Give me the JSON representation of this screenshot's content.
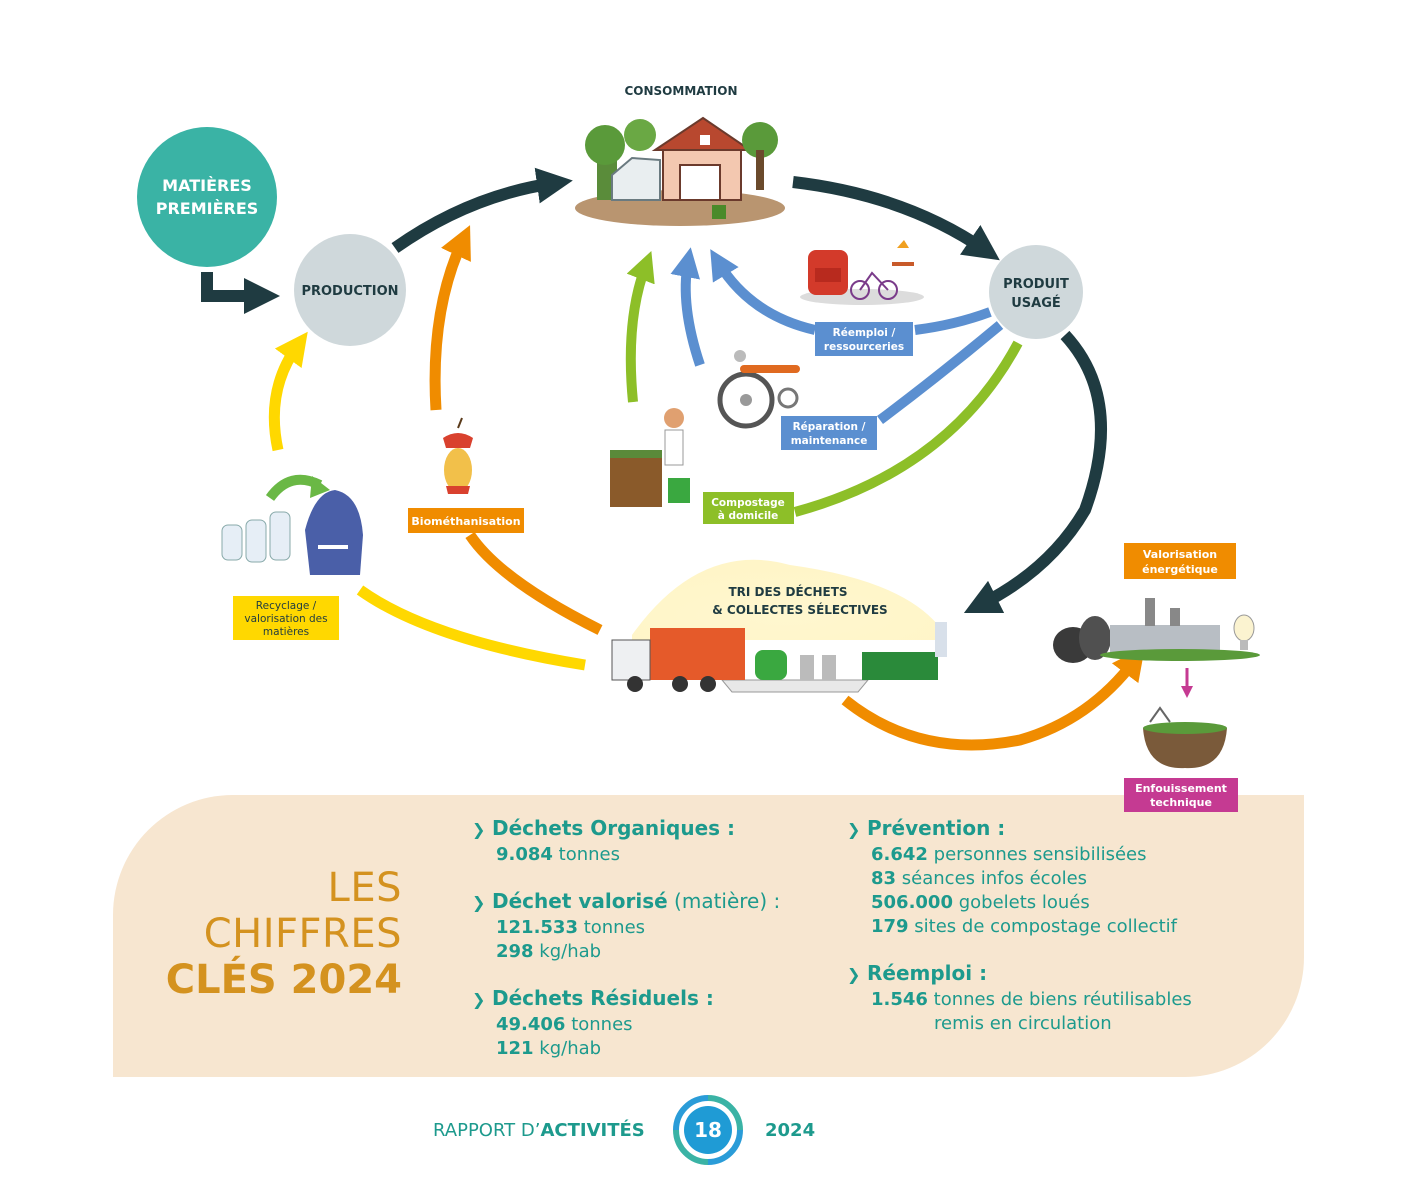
{
  "diagram": {
    "nodes": {
      "matieres_premieres": [
        "MATIÈRES",
        "PREMIÈRES"
      ],
      "production": "PRODUCTION",
      "consommation": "CONSOMMATION",
      "produit_usage": [
        "PRODUIT",
        "USAGÉ"
      ],
      "tri": [
        "TRI DES DÉCHETS",
        "& COLLECTES SÉLECTIVES"
      ]
    },
    "tags": {
      "reemploi": [
        "Réemploi /",
        "ressourceries"
      ],
      "reparation": [
        "Réparation  /",
        "maintenance"
      ],
      "compostage": [
        "Compostage",
        "à domicile"
      ],
      "biomethanisation": "Biométhanisation",
      "recyclage": [
        "Recyclage /",
        "valorisation des",
        "matières"
      ],
      "valorisation_energetique": [
        "Valorisation",
        "énergétique"
      ],
      "enfouissement": [
        "Enfouissement",
        "technique"
      ]
    },
    "colors": {
      "dark": "#1f3b41",
      "teal": "#3ab3a5",
      "grey_node": "#cfd8db",
      "orange": "#f08c00",
      "yellow": "#ffd800",
      "green": "#8dbf28",
      "blue": "#5b8fd0",
      "magenta": "#c53a92"
    }
  },
  "stats": {
    "title": [
      "LES",
      "CHIFFRES",
      "CLÉS 2024"
    ],
    "left": [
      {
        "head": "Déchets Organiques :",
        "suffix": "",
        "lines": [
          {
            "value": "9.084",
            "unit": " tonnes"
          }
        ]
      },
      {
        "head": "Déchet valorisé",
        "suffix": " (matière) :",
        "lines": [
          {
            "value": "121.533",
            "unit": " tonnes"
          },
          {
            "value": "298",
            "unit": " kg/hab"
          }
        ]
      },
      {
        "head": "Déchets Résiduels :",
        "suffix": "",
        "lines": [
          {
            "value": "49.406",
            "unit": " tonnes"
          },
          {
            "value": "121",
            "unit": " kg/hab"
          }
        ]
      }
    ],
    "right": [
      {
        "head": "Prévention :",
        "suffix": "",
        "lines": [
          {
            "value": "6.642",
            "unit": " personnes sensibilisées"
          },
          {
            "value": "83",
            "unit": " séances infos écoles"
          },
          {
            "value": "506.000",
            "unit": " gobelets loués"
          },
          {
            "value": "179",
            "unit": " sites de compostage collectif"
          }
        ]
      },
      {
        "head": "Réemploi :",
        "suffix": "",
        "lines": [
          {
            "value": "1.546",
            "unit": " tonnes de biens réutilisables"
          },
          {
            "value": "",
            "unit": "remis en circulation",
            "indent": true
          }
        ]
      }
    ]
  },
  "footer": {
    "rapport": "RAPPORT D’",
    "activites": "ACTIVITÉS",
    "page": "18",
    "year": "2024"
  }
}
